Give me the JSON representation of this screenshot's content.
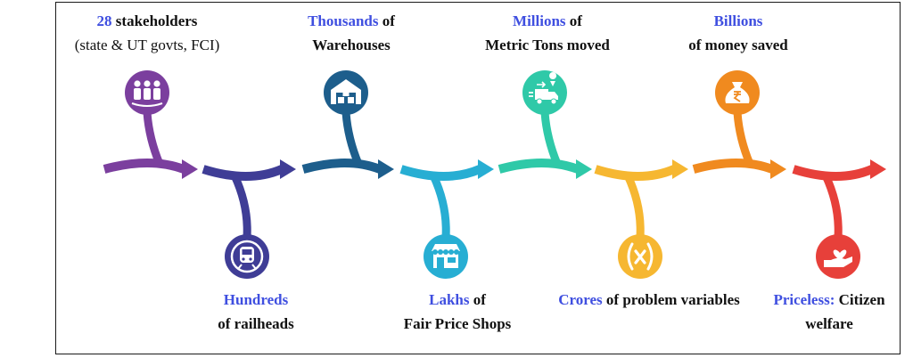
{
  "steps": [
    {
      "highlight": "28",
      "text": " stakeholders",
      "line2": "(state & UT govts, FCI)",
      "color": "#7b3f9e",
      "icon": "people-icon"
    },
    {
      "highlight": "Hundreds",
      "text": "",
      "line2": "of railheads",
      "color": "#3f3d96",
      "icon": "train-icon"
    },
    {
      "highlight": "Thousands",
      "text": " of",
      "line2": "Warehouses",
      "color": "#1d5e8c",
      "icon": "warehouse-icon"
    },
    {
      "highlight": "Lakhs",
      "text": " of",
      "line2": "Fair Price Shops",
      "color": "#27aed3",
      "icon": "shop-icon"
    },
    {
      "highlight": "Millions",
      "text": " of",
      "line2": "Metric Tons moved",
      "color": "#2fc9a8",
      "icon": "delivery-truck-icon"
    },
    {
      "highlight": "Crores",
      "text": " of problem variables",
      "line2": "",
      "color": "#f6b731",
      "icon": "variable-x-icon"
    },
    {
      "highlight": "Billions",
      "text": "",
      "line2": "of money saved",
      "color": "#f08a1f",
      "icon": "money-bag-icon"
    },
    {
      "highlight": "Priceless:",
      "text": " Citizen",
      "line2": "welfare",
      "color": "#e7403a",
      "icon": "caring-hand-icon"
    }
  ]
}
